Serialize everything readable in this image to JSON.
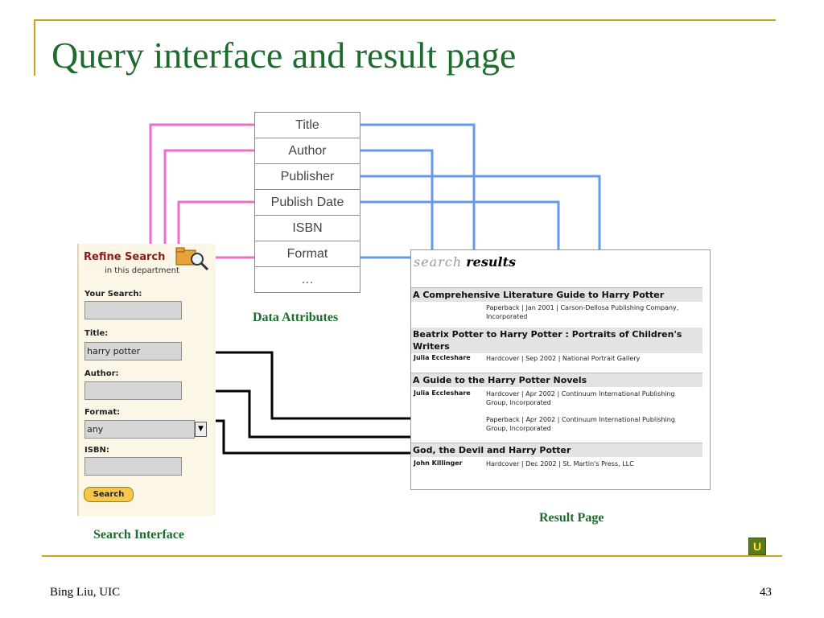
{
  "slide": {
    "title": "Query interface and result page",
    "footer_left": "Bing Liu, UIC",
    "page_number": "43",
    "logo_glyph": "U"
  },
  "colors": {
    "title_green": "#1e6b2e",
    "rule_gold": "#d4a017",
    "pink_line": "#ee6ec8",
    "blue_line": "#6699ee",
    "black_line": "#000000"
  },
  "attributes": {
    "caption": "Data Attributes",
    "items": [
      "Title",
      "Author",
      "Publisher",
      "Publish Date",
      "ISBN",
      "Format",
      "…"
    ]
  },
  "search_interface": {
    "caption": "Search Interface",
    "heading": "Refine Search",
    "subheading": "in this department",
    "icon": "folder-magnifier-icon",
    "fields": {
      "your_search_label": "Your Search:",
      "your_search_value": "",
      "title_label": "Title:",
      "title_value": "harry potter",
      "author_label": "Author:",
      "author_value": "",
      "format_label": "Format:",
      "format_value": "any",
      "isbn_label": "ISBN:",
      "isbn_value": ""
    },
    "search_button": "Search"
  },
  "result_page": {
    "caption": "Result Page",
    "heading_part1": "search",
    "heading_part2": "results",
    "results": [
      {
        "title": "A Comprehensive Literature Guide to Harry Potter",
        "entries": [
          {
            "author": "",
            "details": "Paperback | Jan 2001 | Carson-Dellosa Publishing Company, Incorporated"
          }
        ]
      },
      {
        "title": "Beatrix Potter to Harry Potter : Portraits of Children's Writers",
        "entries": [
          {
            "author": "Julia Eccleshare",
            "details": "Hardcover | Sep 2002 | National Portrait Gallery"
          }
        ]
      },
      {
        "title": "A Guide to the Harry Potter Novels",
        "entries": [
          {
            "author": "Julia Eccleshare",
            "details": "Hardcover | Apr 2002 | Continuum International Publishing Group, Incorporated"
          },
          {
            "author": "",
            "details": "Paperback | Apr 2002 | Continuum International Publishing Group, Incorporated"
          }
        ]
      },
      {
        "title": "God, the Devil and Harry Potter",
        "entries": [
          {
            "author": "John Killinger",
            "details": "Hardcover | Dec 2002 | St. Martin's Press, LLC"
          }
        ]
      }
    ]
  }
}
